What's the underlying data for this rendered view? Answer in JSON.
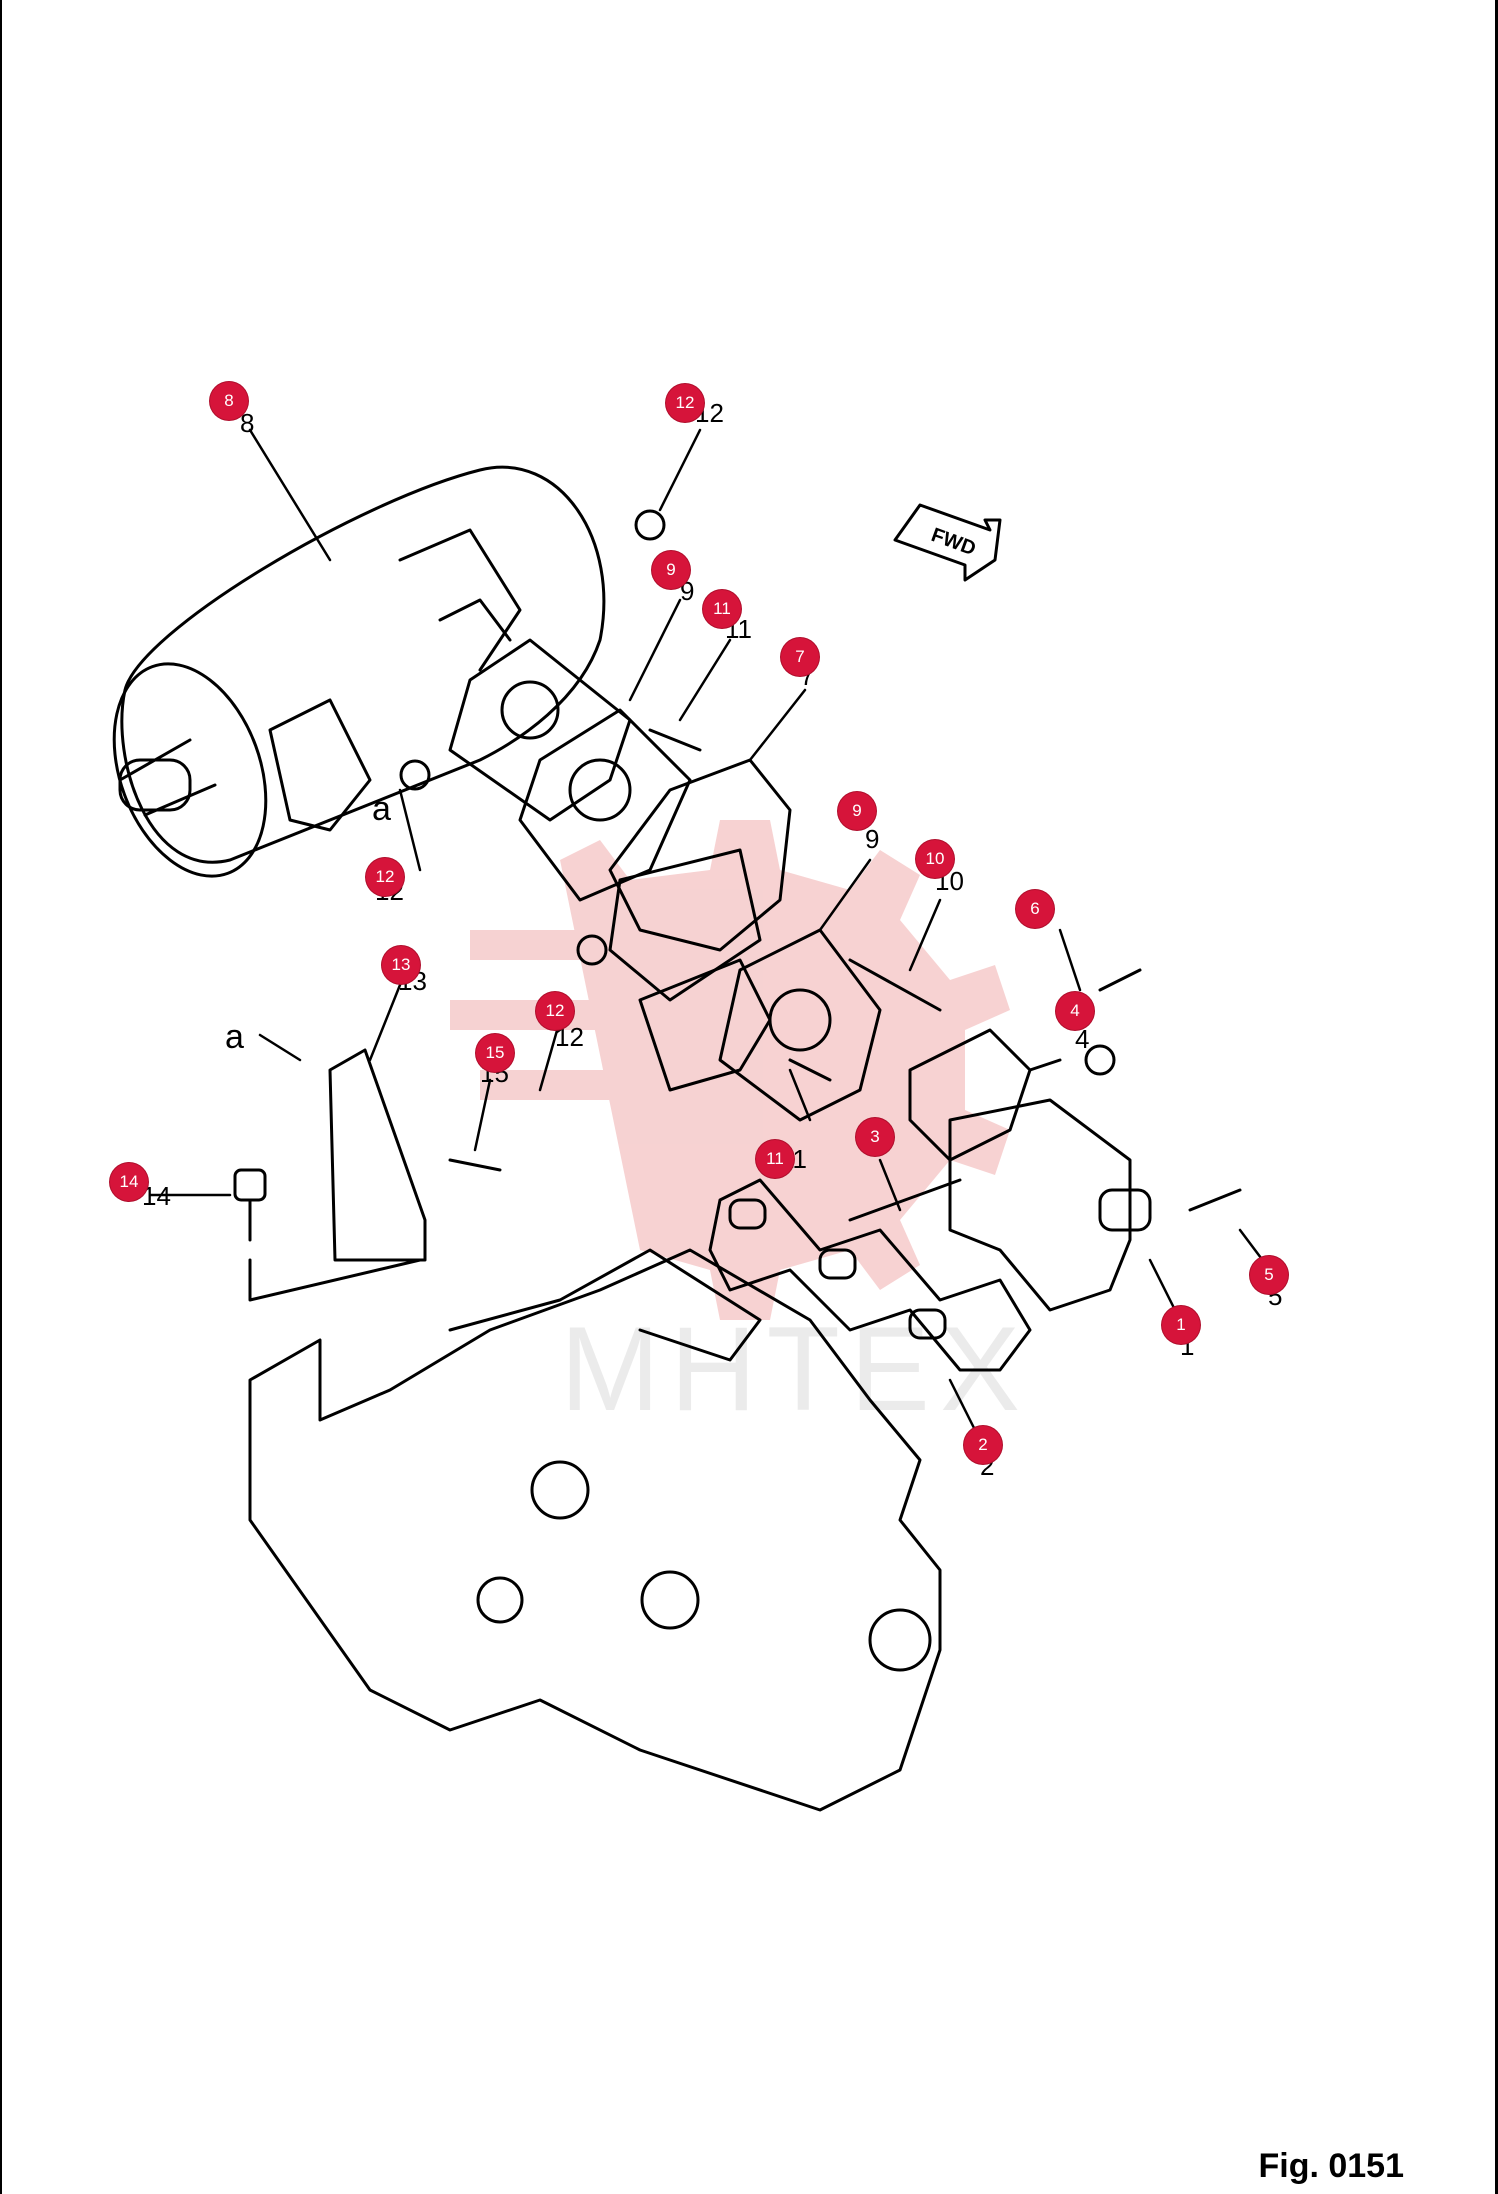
{
  "figure": {
    "caption": "Fig. 0151",
    "watermark": "MHTEX"
  },
  "fwd_arrow_text": "FWD",
  "view_letter": "a",
  "callouts": [
    "8",
    "12",
    "9",
    "11",
    "7",
    "12",
    "9",
    "10",
    "6",
    "4",
    "13",
    "12",
    "15",
    "11",
    "3",
    "14",
    "5",
    "1",
    "2"
  ],
  "part_numbers": [
    "8",
    "12",
    "9",
    "11",
    "7",
    "12",
    "9",
    "10",
    "12",
    "13",
    "15",
    "11",
    "4",
    "14",
    "5",
    "1",
    "2"
  ],
  "colors": {
    "callout": "#d6143a",
    "line": "#000000",
    "watermark_logo": "#f2b8b8"
  }
}
